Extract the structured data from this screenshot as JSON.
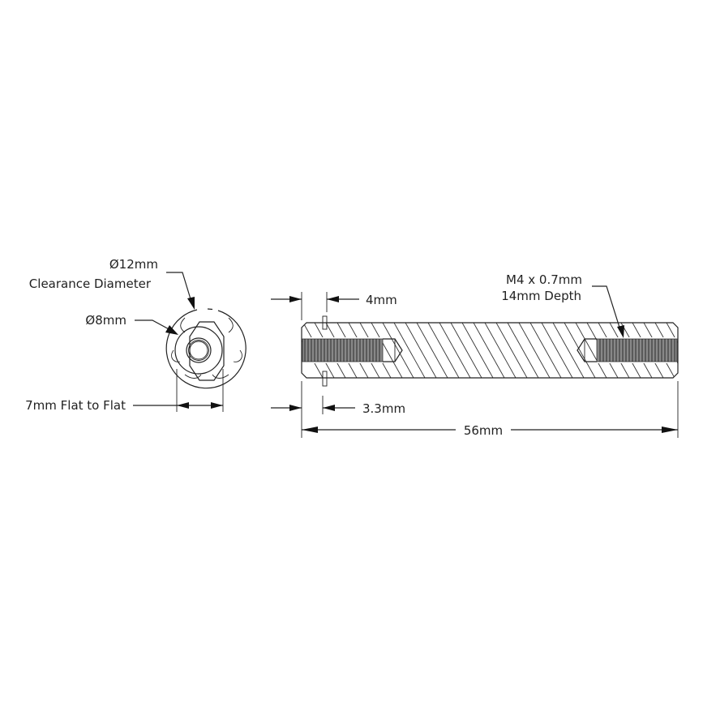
{
  "drawing": {
    "type": "technical-drawing",
    "part": "threaded standoff / shaft with e-clip groove",
    "end_view": {
      "labels": {
        "clearance_diameter_value": "Ø12mm",
        "clearance_diameter_text": "Clearance Diameter",
        "outer_diameter": "Ø8mm",
        "flat_to_flat": "7mm Flat to Flat"
      }
    },
    "side_view": {
      "labels": {
        "groove_width": "4mm",
        "groove_position": "3.3mm",
        "overall_length": "56mm",
        "thread_spec": "M4 x 0.7mm",
        "thread_depth": "14mm Depth"
      }
    }
  },
  "colors": {
    "line": "#222222",
    "background": "#ffffff"
  }
}
